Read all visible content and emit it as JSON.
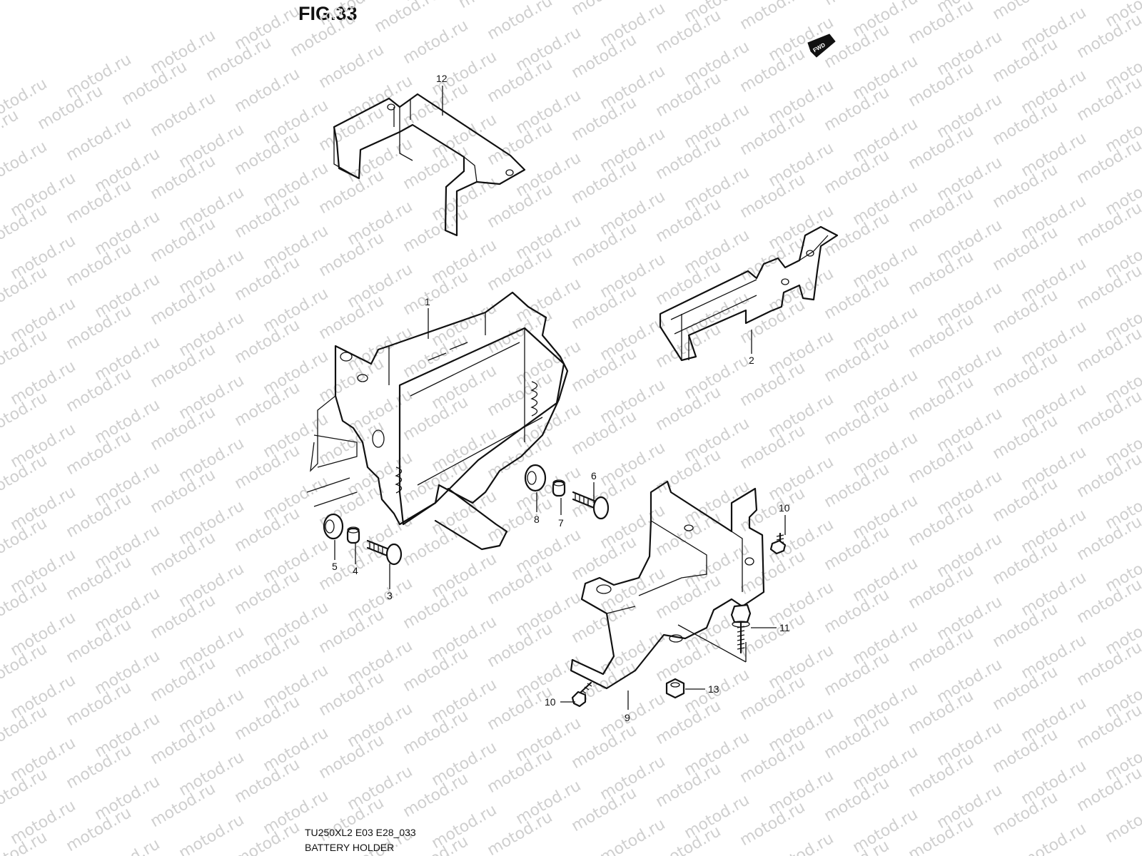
{
  "figure": {
    "title": "FIG.33",
    "code": "TU250XL2 E03 E28_033",
    "caption": "BATTERY HOLDER",
    "direction_badge": "FWD",
    "watermark": "motod.ru"
  },
  "callouts": [
    "1",
    "2",
    "3",
    "4",
    "5",
    "6",
    "7",
    "8",
    "9",
    "10",
    "10",
    "11",
    "12",
    "13"
  ],
  "colors": {
    "line": "#111111",
    "watermark": "#cfcfcf",
    "background": "#ffffff"
  }
}
